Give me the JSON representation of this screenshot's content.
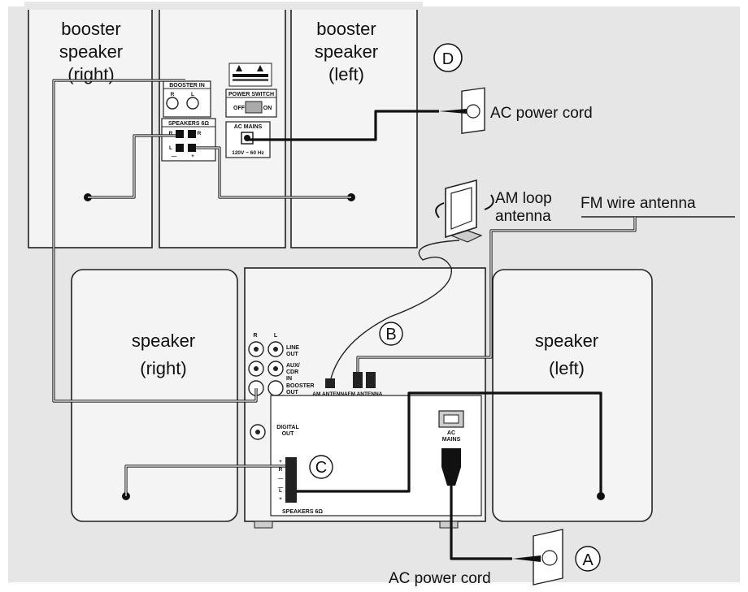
{
  "labels": {
    "booster_right_1": "booster",
    "booster_right_2": "speaker",
    "booster_right_3": "(right)",
    "booster_left_1": "booster",
    "booster_left_2": "speaker",
    "booster_left_3": "(left)",
    "ac_power_cord_top": "AC power cord",
    "ac_power_cord_bottom": "AC power cord",
    "am_loop_1": "AM loop",
    "am_loop_2": "antenna",
    "fm_wire": "FM wire antenna",
    "speaker_right_1": "speaker",
    "speaker_right_2": "(right)",
    "speaker_left_1": "speaker",
    "speaker_left_2": "(left)"
  },
  "callouts": {
    "a": "A",
    "b": "B",
    "c": "C",
    "d": "D"
  },
  "booster_panel": {
    "booster_in": "BOOSTER IN",
    "r": "R",
    "l": "L",
    "speakers": "SPEAKERS 6Ω",
    "power_switch": "POWER SWITCH",
    "off": "OFF",
    "on": "ON",
    "ac_mains": "AC MAINS",
    "voltage": "120V ~ 60 Hz",
    "plus": "+",
    "minus": "—"
  },
  "main_panel": {
    "r": "R",
    "l": "L",
    "line_out_1": "LINE",
    "line_out_2": "OUT",
    "aux_1": "AUX/",
    "aux_2": "CDR",
    "aux_3": "IN",
    "booster_out_1": "BOOSTER",
    "booster_out_2": "OUT",
    "am_antenna": "AM ANTENNA",
    "fm_antenna": "FM ANTENNA",
    "digital_1": "DIGITAL",
    "digital_2": "OUT",
    "ac_1": "AC",
    "ac_2": "MAINS",
    "speakers": "SPEAKERS 6Ω",
    "plus": "+",
    "minus": "—",
    "r_mark": "R",
    "l_mark": "L"
  }
}
